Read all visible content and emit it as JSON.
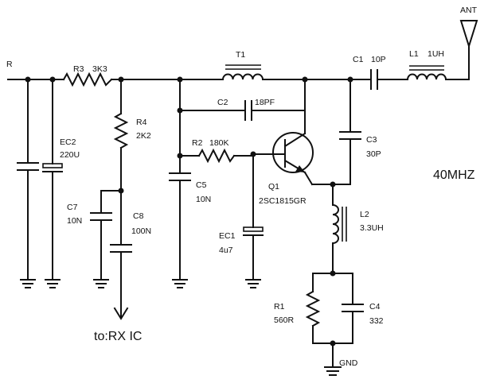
{
  "labels": {
    "r_in": "R",
    "r3_ref": "R3",
    "r3_val": "3K3",
    "r4_ref": "R4",
    "r4_val": "2K2",
    "ec2_ref": "EC2",
    "ec2_val": "220U",
    "c7_ref": "C7",
    "c7_val": "10N",
    "c8_ref": "C8",
    "c8_val": "100N",
    "rx_out": "to:RX IC",
    "t1_ref": "T1",
    "c2_ref": "C2",
    "c2_val": "18PF",
    "r2_ref": "R2",
    "r2_val": "180K",
    "c5_ref": "C5",
    "c5_val": "10N",
    "q1_ref": "Q1",
    "q1_val": "2SC1815GR",
    "ec1_ref": "EC1",
    "ec1_val": "4u7",
    "c1_ref": "C1",
    "c1_val": "10P",
    "l1_ref": "L1",
    "l1_val": "1UH",
    "ant": "ANT",
    "c3_ref": "C3",
    "c3_val": "30P",
    "l2_ref": "L2",
    "l2_val": "3.3UH",
    "r1_ref": "R1",
    "r1_val": "560R",
    "c4_ref": "C4",
    "c4_val": "332",
    "gnd": "GND",
    "freq": "40MHZ"
  }
}
